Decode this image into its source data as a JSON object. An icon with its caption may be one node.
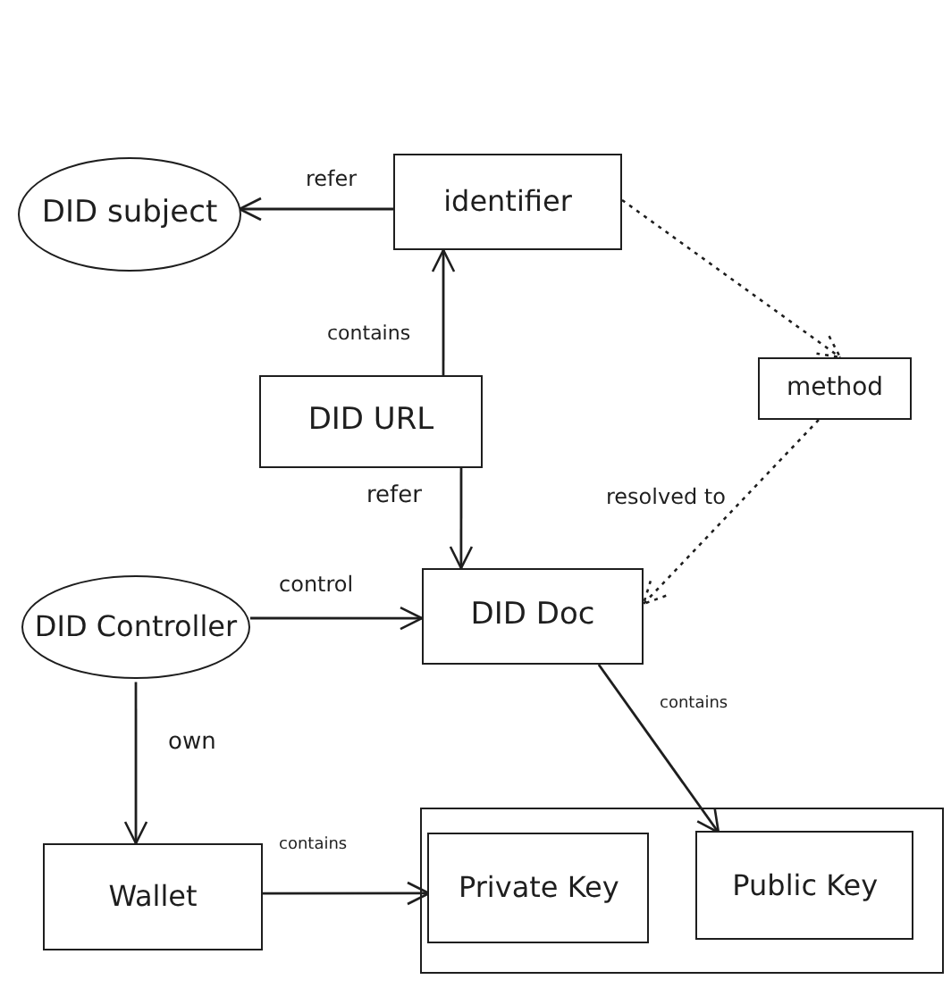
{
  "diagram": {
    "nodes": [
      {
        "text": [
          "DID subject"
        ]
      },
      {
        "text": [
          "identifier"
        ]
      },
      {
        "text": [
          "method"
        ]
      },
      {
        "text": [
          "DID URL"
        ]
      },
      {
        "text": [
          "DID Controller"
        ]
      },
      {
        "text": [
          "DID Doc"
        ]
      },
      {
        "text": [
          "Wallet"
        ]
      },
      {
        "text": [],
        "shape": "box"
      },
      {
        "text": [
          "Private Key"
        ],
        "in": 7
      },
      {
        "text": [
          "Public Key"
        ],
        "in": 7
      }
    ],
    "edges": [
      {
        "from": 1,
        "to": 0,
        "arrow": "to",
        "label": "refer"
      },
      {
        "from": 3,
        "to": 1,
        "arrow": "to",
        "label": "contains"
      },
      {
        "from": 3,
        "to": 5,
        "arrow": "to",
        "label": "refer"
      },
      {
        "from": 1,
        "to": 2,
        "arrow": "to",
        "style": "dashed"
      },
      {
        "from": 2,
        "to": 5,
        "arrow": "to",
        "style": "dashed",
        "label": "resolved to"
      },
      {
        "from": 4,
        "to": 5,
        "arrow": "to",
        "label": "control"
      },
      {
        "from": 5,
        "to": 9,
        "arrow": "to",
        "label": "contains"
      },
      {
        "from": 4,
        "to": 6,
        "arrow": "to",
        "label": "own"
      },
      {
        "from": 6,
        "to": 8,
        "arrow": "to",
        "label": "contains"
      }
    ]
  }
}
